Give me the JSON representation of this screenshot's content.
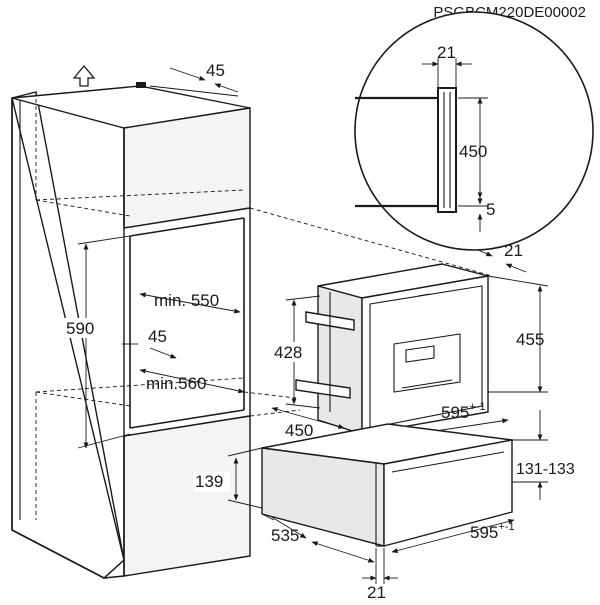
{
  "code": "PSGBCM220DE00002",
  "dims": {
    "d45_top": "45",
    "d21_detail": "21",
    "d450_detail": "450",
    "d5_detail": "5",
    "d21_right": "21",
    "d590": "590",
    "min550": "min. 550",
    "d45_inner": "45",
    "min560": "min.560",
    "d428": "428",
    "d455": "455",
    "d450_depth": "450",
    "d595_upper": "595",
    "tol_upper": "+-1",
    "d139": "139",
    "d131_133": "131-133",
    "d535": "535",
    "d595_lower": "595",
    "tol_lower": "+-1",
    "d21_bottom": "21"
  },
  "icons": {
    "up_arrow": "ventilation-arrow-icon"
  }
}
